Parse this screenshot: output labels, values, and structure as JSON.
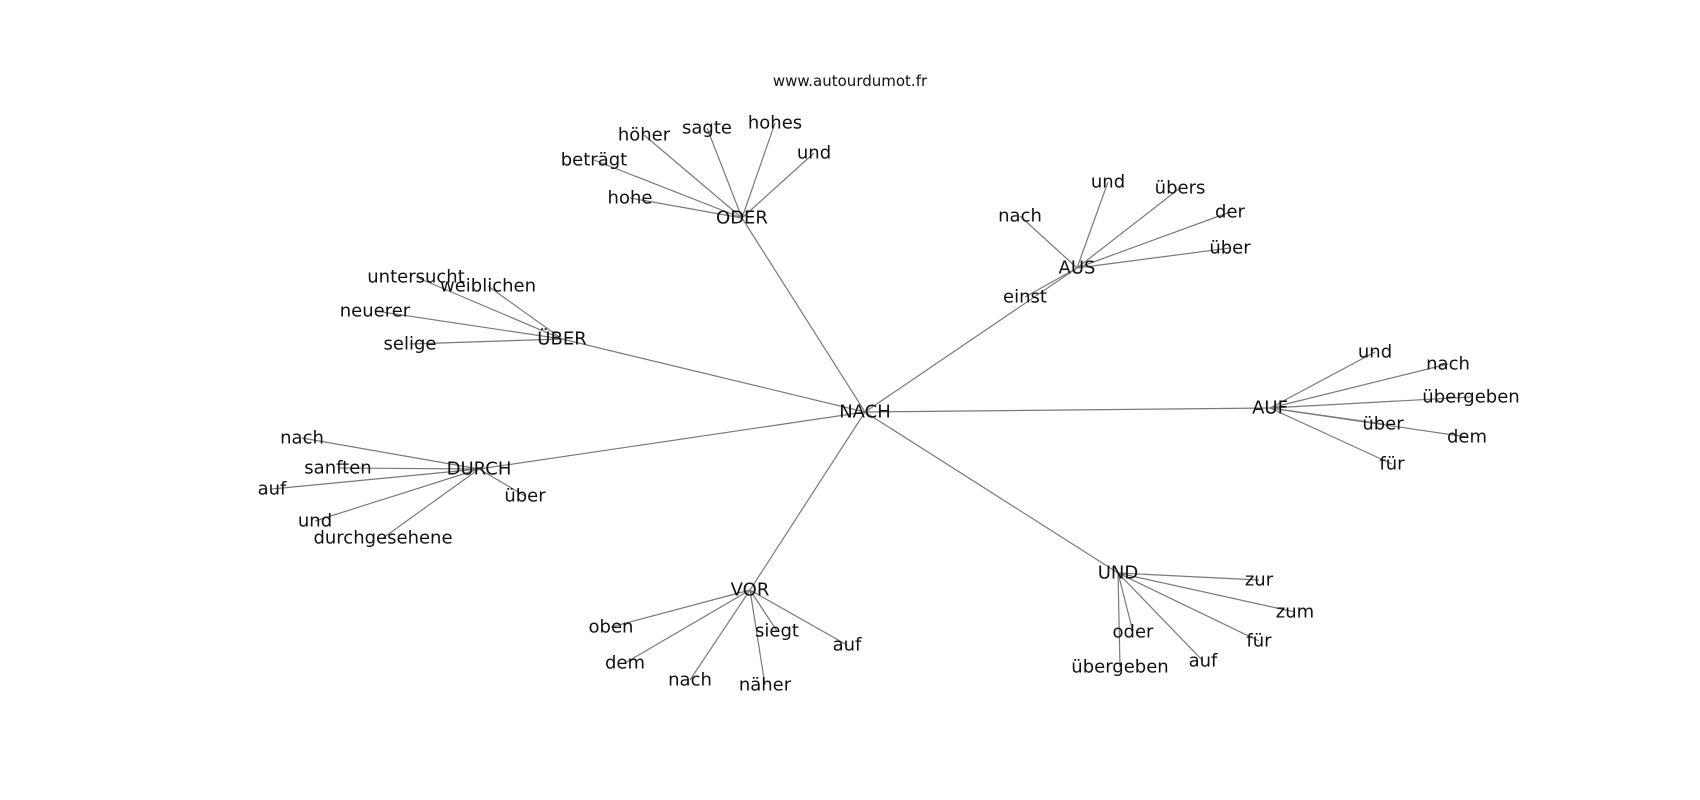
{
  "watermark": "www.autourdumot.fr",
  "colors": {
    "edge": "#7a7a7a",
    "text": "#111111",
    "background": "#ffffff"
  },
  "graph": {
    "center": {
      "id": "nach-center",
      "label": "NACH"
    },
    "hubs": [
      {
        "id": "oder",
        "label": "ODER",
        "leaves": [
          "hohe",
          "beträgt",
          "höher",
          "sagte",
          "hohes",
          "und"
        ]
      },
      {
        "id": "aus",
        "label": "AUS",
        "leaves": [
          "nach",
          "und",
          "übers",
          "der",
          "über",
          "einst"
        ]
      },
      {
        "id": "ueber",
        "label": "ÜBER",
        "leaves": [
          "untersucht",
          "weiblichen",
          "neuerer",
          "selige"
        ]
      },
      {
        "id": "auf",
        "label": "AUF",
        "leaves": [
          "und",
          "nach",
          "übergeben",
          "über",
          "dem",
          "für"
        ]
      },
      {
        "id": "durch",
        "label": "DURCH",
        "leaves": [
          "nach",
          "sanften",
          "auf",
          "und",
          "durchgesehene",
          "über"
        ]
      },
      {
        "id": "vor",
        "label": "VOR",
        "leaves": [
          "oben",
          "dem",
          "nach",
          "näher",
          "siegt",
          "auf"
        ]
      },
      {
        "id": "und",
        "label": "UND",
        "leaves": [
          "zur",
          "zum",
          "für",
          "auf",
          "oder",
          "übergeben"
        ]
      }
    ]
  }
}
